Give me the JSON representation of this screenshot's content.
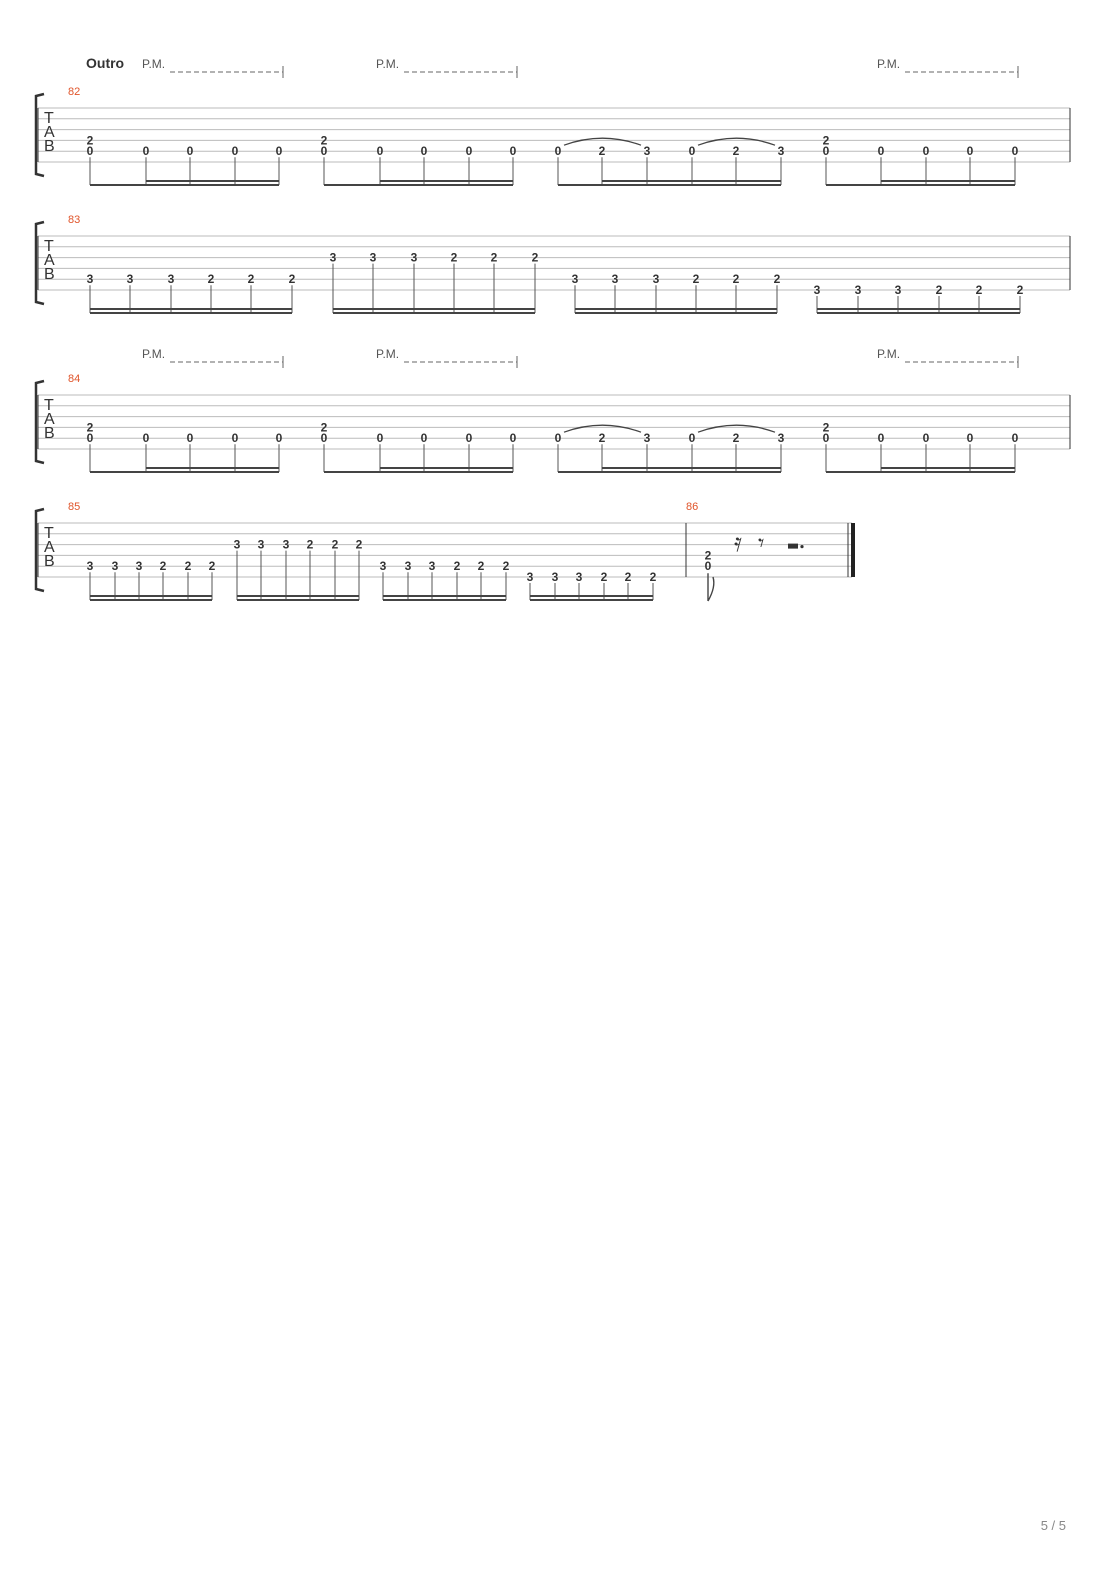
{
  "section": "Outro",
  "tab_letters": [
    "T",
    "A",
    "B"
  ],
  "pm_text": "P.M.",
  "systems": [
    {
      "measures": [
        {
          "number": "82",
          "groups": [
            {
              "beats": [
                {
                  "top": "2",
                  "bot": "0"
                },
                {
                  "bot": "0"
                },
                {
                  "bot": "0"
                },
                {
                  "bot": "0"
                },
                {
                  "bot": "0"
                }
              ]
            },
            {
              "beats": [
                {
                  "top": "2",
                  "bot": "0"
                },
                {
                  "bot": "0"
                },
                {
                  "bot": "0"
                },
                {
                  "bot": "0"
                },
                {
                  "bot": "0"
                }
              ]
            },
            {
              "beats": [
                {
                  "bot": "0"
                },
                {
                  "bot": "2"
                },
                {
                  "bot": "3"
                },
                {
                  "bot": "0"
                },
                {
                  "bot": "2"
                },
                {
                  "bot": "3"
                }
              ]
            },
            {
              "beats": [
                {
                  "top": "2",
                  "bot": "0"
                },
                {
                  "bot": "0"
                },
                {
                  "bot": "0"
                },
                {
                  "bot": "0"
                },
                {
                  "bot": "0"
                }
              ]
            }
          ]
        }
      ]
    },
    {
      "measures": [
        {
          "number": "83",
          "groups": [
            {
              "beats": [
                "3",
                "3",
                "3",
                "2",
                "2",
                "2"
              ]
            },
            {
              "beats": [
                "3",
                "3",
                "3",
                "2",
                "2",
                "2"
              ]
            },
            {
              "beats": [
                "3",
                "3",
                "3",
                "2",
                "2",
                "2"
              ]
            },
            {
              "beats": [
                "3",
                "3",
                "3",
                "2",
                "2",
                "2"
              ]
            }
          ]
        }
      ]
    },
    {
      "measures": [
        {
          "number": "84",
          "groups": [
            {
              "beats": [
                {
                  "top": "2",
                  "bot": "0"
                },
                {
                  "bot": "0"
                },
                {
                  "bot": "0"
                },
                {
                  "bot": "0"
                },
                {
                  "bot": "0"
                }
              ]
            },
            {
              "beats": [
                {
                  "top": "2",
                  "bot": "0"
                },
                {
                  "bot": "0"
                },
                {
                  "bot": "0"
                },
                {
                  "bot": "0"
                },
                {
                  "bot": "0"
                }
              ]
            },
            {
              "beats": [
                {
                  "bot": "0"
                },
                {
                  "bot": "2"
                },
                {
                  "bot": "3"
                },
                {
                  "bot": "0"
                },
                {
                  "bot": "2"
                },
                {
                  "bot": "3"
                }
              ]
            },
            {
              "beats": [
                {
                  "top": "2",
                  "bot": "0"
                },
                {
                  "bot": "0"
                },
                {
                  "bot": "0"
                },
                {
                  "bot": "0"
                },
                {
                  "bot": "0"
                }
              ]
            }
          ]
        }
      ]
    },
    {
      "measures": [
        {
          "number": "85",
          "groups": [
            {
              "beats": [
                "3",
                "3",
                "3",
                "2",
                "2",
                "2"
              ]
            },
            {
              "beats": [
                "3",
                "3",
                "3",
                "2",
                "2",
                "2"
              ]
            },
            {
              "beats": [
                "3",
                "3",
                "3",
                "2",
                "2",
                "2"
              ]
            },
            {
              "beats": [
                "3",
                "3",
                "3",
                "2",
                "2",
                "2"
              ]
            }
          ]
        },
        {
          "number": "86",
          "chord": {
            "top": "2",
            "bot": "0"
          }
        }
      ]
    }
  ],
  "page_number": "5 / 5"
}
